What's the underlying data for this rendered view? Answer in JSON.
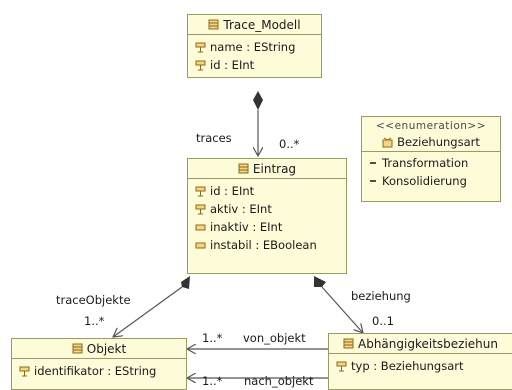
{
  "classes": {
    "trace_modell": {
      "name": "Trace_Modell",
      "attributes": [
        "name : EString",
        "id : EInt"
      ]
    },
    "eintrag": {
      "name": "Eintrag",
      "attributes": [
        "id : EInt",
        "aktiv : EInt",
        "inaktiv : EInt",
        "instabil : EBoolean"
      ]
    },
    "objekt": {
      "name": "Objekt",
      "attributes": [
        "identifikator : EString"
      ]
    },
    "abhaengigkeit": {
      "name": "Abhängigkeitsbeziehun",
      "attributes": [
        "typ : Beziehungsart"
      ]
    }
  },
  "enumeration": {
    "stereotype": "<<enumeration>>",
    "name": "Beziehungsart",
    "literals": [
      "Transformation",
      "Konsolidierung"
    ]
  },
  "associations": {
    "traces": {
      "role": "traces",
      "multiplicity": "0..*"
    },
    "traceObjekte": {
      "role": "traceObjekte",
      "multiplicity": "1..*"
    },
    "beziehung": {
      "role": "beziehung",
      "multiplicity": "0..1"
    },
    "von_objekt": {
      "role": "von_objekt",
      "multiplicity": "1..*"
    },
    "nach_objekt": {
      "role": "nach_objekt",
      "multiplicity": "1..*"
    }
  },
  "colors": {
    "class_fill": "#fdfbd8",
    "border": "#9a9a68",
    "line": "#555555"
  }
}
